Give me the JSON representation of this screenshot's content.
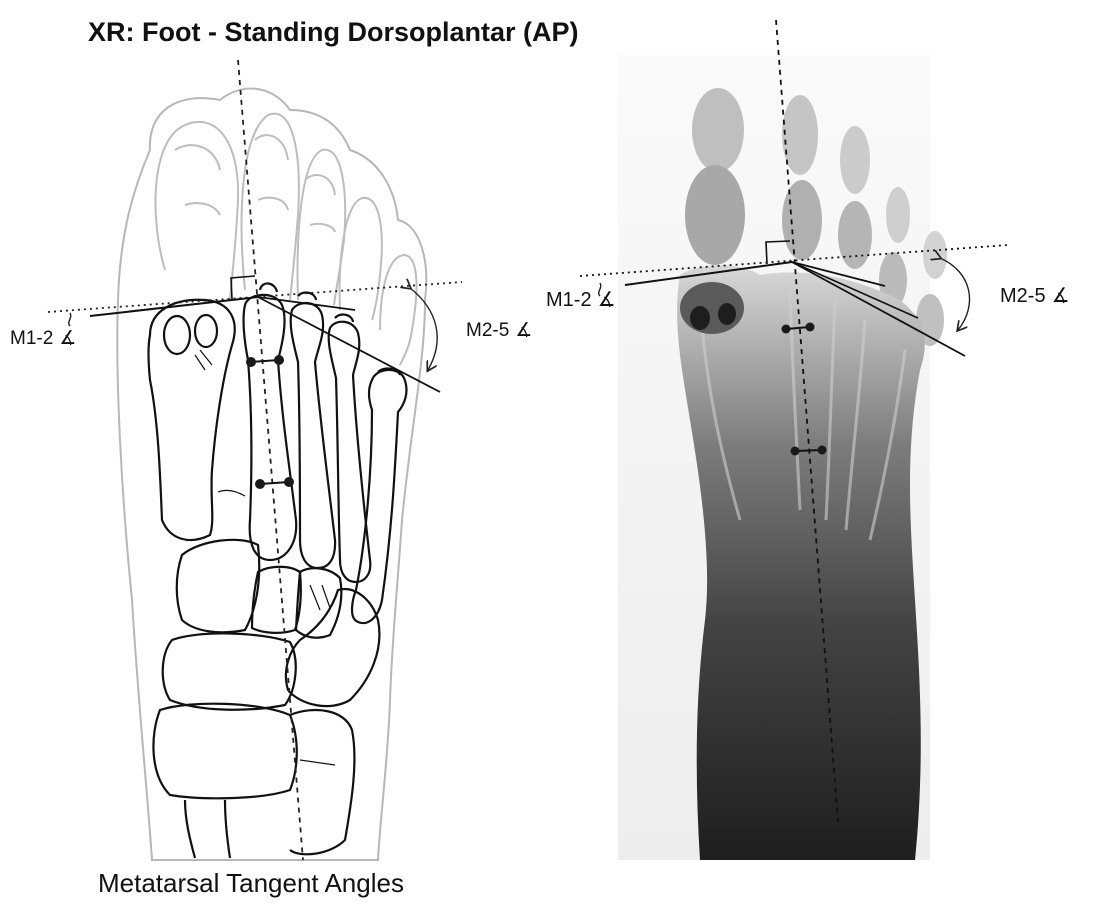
{
  "figure": {
    "title": "XR: Foot - Standing Dorsoplantar (AP)",
    "caption": "Metatarsal Tangent Angles",
    "drawing": {
      "label_m12": "M1-2",
      "label_m25": "M2-5",
      "angle_symbol": "∡"
    },
    "xray": {
      "label_m12": "M1-2",
      "label_m25": "M2-5",
      "angle_symbol": "∡"
    }
  }
}
